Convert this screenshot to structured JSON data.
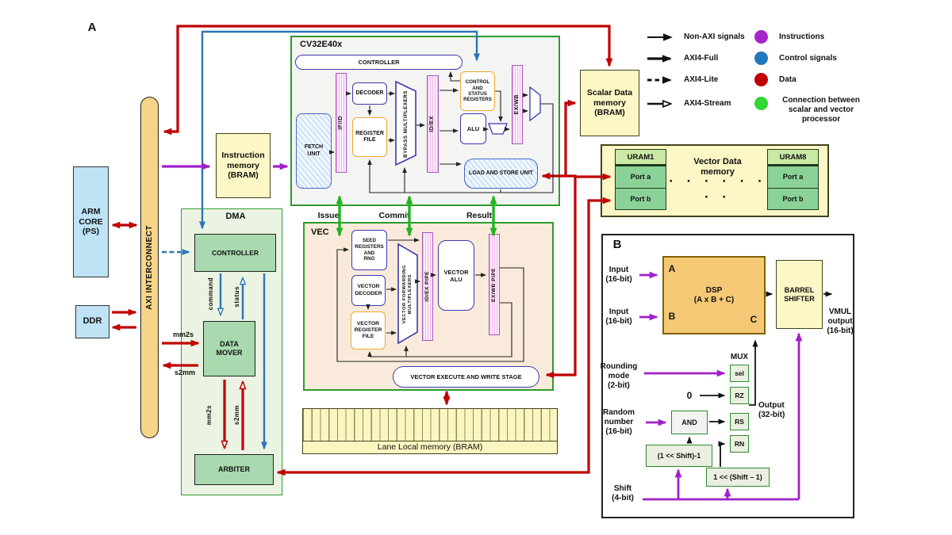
{
  "labels": {
    "section_a": "A",
    "section_b": "B"
  },
  "left": {
    "arm_core": "ARM\nCORE\n(PS)",
    "ddr": "DDR",
    "axi_interconnect": "AXI INTERCONNECT",
    "instruction_memory": "Instruction\nmemory\n(BRAM)"
  },
  "dma": {
    "title": "DMA",
    "controller": "CONTROLLER",
    "data_mover": "DATA\nMOVER",
    "arbiter": "ARBITER",
    "command": "command",
    "status": "status",
    "mm2s_in": "mm2s",
    "s2mm_out": "s2mm",
    "mm2s_down": "mm2s",
    "s2mm_up": "s2mm"
  },
  "cv32": {
    "title": "CV32E40x",
    "controller": "CONTROLLER",
    "fetch_unit": "FETCH\nUNIT",
    "if_id": "IF/ID",
    "decoder": "DECODER",
    "register_file": "REGISTER\nFILE",
    "bypass_mux": "BYPASS MULTIPLEXERS",
    "id_ex": "ID/EX",
    "csr": "CONTROL\nAND\nSTATUS\nREGISTERS",
    "alu": "ALU",
    "ex_wb": "EX/WB",
    "lsu": "LOAD AND STORE UNIT"
  },
  "interface": {
    "issue": "Issue",
    "commit": "Commit",
    "result": "Result"
  },
  "vec": {
    "title": "VEC",
    "seed": "SEED\nREGISTERS\nAND\nRNG",
    "vector_decoder": "VECTOR\nDECODER",
    "vector_register_file": "VECTOR\nREGISTER\nFILE",
    "forwarding_mux": "VECTOR FORWARDING\nMULTIPLEXERS",
    "id_ex_pipe": "ID/EX PIPE",
    "vector_alu": "VECTOR\nALU",
    "ex_wb_pipe": "EX/WB PIPE",
    "vexec": "VECTOR EXECUTE AND WRITE STAGE"
  },
  "memories": {
    "scalar": "Scalar Data\nmemory\n(BRAM)",
    "lane_local": "Lane Local memory (BRAM)",
    "vector_title": "Vector Data\nmemory",
    "uram1": "URAM1",
    "uram8": "URAM8",
    "port_a1": "Port a",
    "port_b1": "Port b",
    "port_a8": "Port a",
    "port_b8": "Port b",
    "dots": "·  ·  ·  ·  ·  ·  ·  ·"
  },
  "legend": {
    "arrows": [
      {
        "label": "Non-AXI signals"
      },
      {
        "label": "AXI4-Full"
      },
      {
        "label": "AXI4-Lite"
      },
      {
        "label": "AXI4-Stream"
      }
    ],
    "dots": [
      {
        "label": "Instructions",
        "color": "#A425C8"
      },
      {
        "label": "Control signals",
        "color": "#2377BE"
      },
      {
        "label": "Data",
        "color": "#C00000"
      },
      {
        "label": "Connection between\nscalar and vector\nprocessor",
        "color": "#33D633"
      }
    ]
  },
  "section_b": {
    "input_a": "Input\n(16-bit)",
    "input_b": "Input\n(16-bit)",
    "rounding": "Rounding\nmode\n(2-bit)",
    "random": "Random\nnumber\n(16-bit)",
    "shift": "Shift\n(4-bit)",
    "zero": "0",
    "dsp": {
      "label": "DSP\n(A x B + C)",
      "a": "A",
      "b": "B",
      "c": "C"
    },
    "barrel": "BARREL\nSHIFTER",
    "vmul": "VMUL\noutput\n(16-bit)",
    "out32": "Output\n(32-bit)",
    "mux_title": "MUX",
    "mux_cells": [
      "sel",
      "RZ",
      "RS",
      "RN"
    ],
    "and_gate": "AND",
    "expr1": "(1 << Shift)-1",
    "expr2": "1 << (Shift – 1)"
  },
  "colors": {
    "red": "#C00000",
    "blue": "#2E75B6",
    "purple": "#A020C8",
    "green": "#22B422"
  }
}
